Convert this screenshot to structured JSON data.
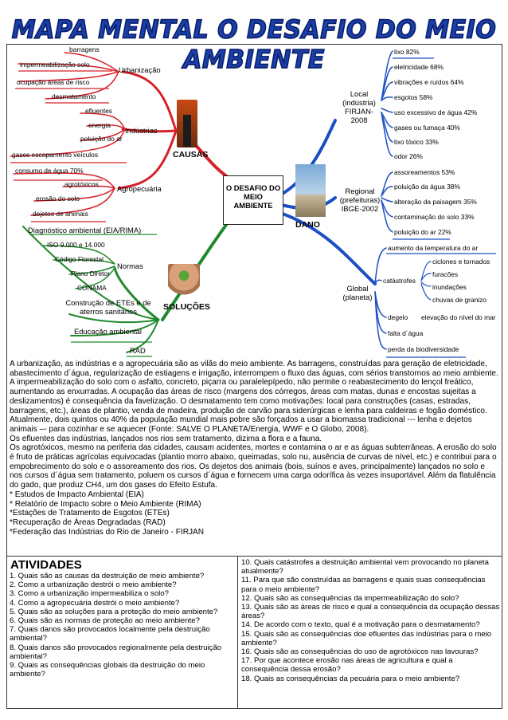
{
  "title": "MAPA MENTAL O DESAFIO DO MEIO AMBIENTE",
  "mindmap": {
    "center": "O DESAFIO DO MEIO AMBIENTE",
    "causas": {
      "label": "CAUSAS",
      "urbanizacao": {
        "label": "Urbanização",
        "items": [
          "barragens",
          "impermeabilização solo",
          "ocupação áreas de risco",
          "desmatamento"
        ]
      },
      "industrias": {
        "label": "Indústrias",
        "items": [
          "efluentes",
          "energia",
          "poluição do ar",
          "gases escapamento veículos"
        ]
      },
      "agropecuaria": {
        "label": "Agropecuária",
        "items": [
          "consumo de água 70%",
          "agrotóxicos",
          "erosão do solo",
          "dejetos de animais"
        ]
      }
    },
    "dano": {
      "label": "DANO",
      "local": {
        "label": "Local (indústria) FIRJAN-2008",
        "items": [
          "lixo 82%",
          "eletricidade 68%",
          "vibrações e ruídos 64%",
          "esgotos 58%",
          "uso excessivo de água 42%",
          "gases ou fumaça 40%",
          "lixo tóxico 33%",
          "odor 26%"
        ]
      },
      "regional": {
        "label": "Regional (prefeituras) IBGE-2002",
        "items": [
          "assoreamentos 53%",
          "poluição da água 38%",
          "alteração da paisagem 35%",
          "contaminação do solo 33%",
          "poluição do ar 22%"
        ]
      },
      "global": {
        "label": "Global (planeta)",
        "aumento": "aumento da temperatura do ar",
        "catastrofes": "catástrofes",
        "catastrofes_items": [
          "ciclones e tornados",
          "furacões",
          "inundações",
          "chuvas de granizo"
        ],
        "degelo": "degelo",
        "degelo_item": "elevação do nível do mar",
        "falta_agua": "falta d´água",
        "biodiversidade": "perda da biodiversidade"
      }
    },
    "solucoes": {
      "label": "SOLUÇÕES",
      "diagnostico": "Diagnóstico ambiental (EIA/RIMA)",
      "normas": {
        "label": "Normas",
        "items": [
          "ISO 9.000 e 14.000",
          "Código Florestal",
          "Plano Diretor",
          "CONAMA"
        ]
      },
      "etes": "Construção de ETEs e de aterros sanitários",
      "educacao": "Educação ambiental",
      "rad": "RAD"
    }
  },
  "text": {
    "paragraphs": [
      "A urbanização, as indústrias e a agropecuária são as vilãs do meio ambiente. As barragens, construídas para geração de eletricidade, abastecimento d´água, regularização de estiagens e irrigação, interrompem o fluxo das águas, com sérios transtornos ao meio ambiente. A impermeabilização do solo com o asfalto, concreto, piçarra ou paralelepípedo, não permite o reabastecimento do lençol freático, aumentando as enxurradas. A ocupação das áreas de risco (margens dos córregos, áreas com matas, dunas e encostas sujeitas a deslizamentos) é consequência da favelização. O desmatamento tem como motivações: local para construções (casas, estradas, barragens, etc.), áreas de plantio, venda de madeira, produção de carvão para siderúrgicas e lenha para caldeiras e fogão doméstico. Atualmente, dois quintos ou 40% da população mundial mais pobre são forçados a usar a biomassa tradicional --- lenha e dejetos animais –- para cozinhar e se aquecer (Fonte: SALVE O PLANETA/Energia, WWF e O Globo, 2008).",
      "Os efluentes das indústrias, lançados nos rios sem tratamento, dizima a flora e a fauna.",
      "Os agrotóxicos, mesmo na periferia das cidades, causam acidentes, mortes e contamina o ar e as águas subterrâneas. A erosão do solo é fruto de práticas agrícolas equivocadas (plantio morro abaixo, queimadas, solo nu, ausência de curvas de nível, etc.) e contribui para o empobrecimento do solo e o assoreamento dos rios. Os dejetos dos animais (bois, suínos e aves, principalmente) lançados no solo e nos cursos d´água sem tratamento, poluem os cursos d´água e fornecem uma carga odorífica às vezes insuportável. Além da flatulência do gado, que produz CH4, um dos gases do Efeito Estufa.",
      "* Estudos de Impacto Ambiental (EIA)",
      "* Relatório de Impacto sobre o Meio Ambiente (RIMA)",
      "*Estações de Tratamento de Esgotos (ETEs)",
      "*Recuperação de Áreas Degradadas (RAD)",
      "*Federação das Indústrias do Rio de Janeiro - FIRJAN"
    ]
  },
  "atividades": {
    "title": "ATIVIDADES",
    "left": [
      "1. Quais são as causas da destruição de meio ambiente?",
      "2. Como a urbanização destrói o meio ambiente?",
      "3. Como a urbanização impermeabiliza o solo?",
      "4. Como a agropecuária destrói o meio ambiente?",
      "5. Quais são as soluções para a proteção do meio ambiente?",
      "6. Quais são as normas de proteção ao meio ambiente?",
      "7. Quais danos são provocados localmente pela destruição ambiental?",
      "8. Quais danos são provocados regionalmente pela destruição ambiental?",
      "9. Quais as consequências globais da destruição do meio ambiente?"
    ],
    "right": [
      "10. Quais catástrofes a destruição ambiental vem provocando no planeta atualmente?",
      "11. Para que são construídas as barragens e quais suas consequências para o meio ambiente?",
      "12. Quais são as consequências da impermeabilização do solo?",
      "13. Quais são as áreas de risco e qual a consequência da ocupação dessas áreas?",
      "14. De acordo com o texto, qual é a motivação para o desmatamento?",
      "15. Quais são as consequências doe efluentes das indústrias para o meio ambiente?",
      "16. Quais são as consequências do uso de agrotóxicos nas lavouras?",
      "17. Por que acontece erosão nas áreas de agricultura e qual a consequência dessa erosão?",
      "18. Quais as consequências da pecuária para o meio ambiente?"
    ]
  },
  "colors": {
    "title": "#1a3fa8",
    "causas_branch": "#d8202a",
    "dano_branch": "#1c4fc4",
    "solucoes_branch": "#1f8a2c"
  }
}
